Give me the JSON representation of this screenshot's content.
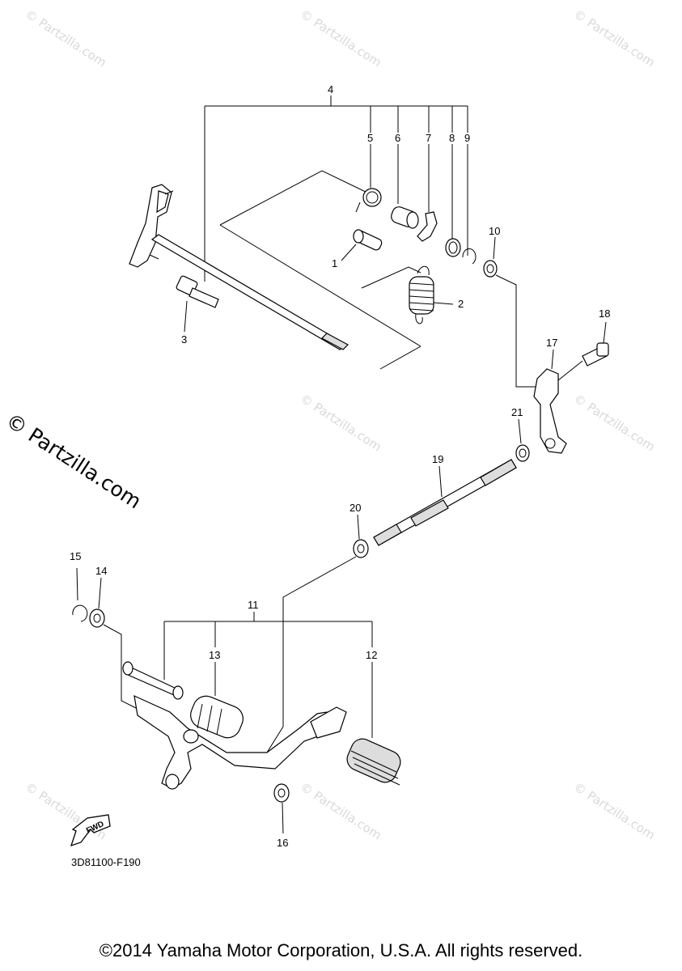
{
  "watermarks": {
    "tile_text": "© Partzilla.com",
    "side_text": "© Partzilla.com"
  },
  "callouts": [
    "1",
    "2",
    "3",
    "4",
    "5",
    "6",
    "7",
    "8",
    "9",
    "10",
    "11",
    "12",
    "13",
    "14",
    "15",
    "16",
    "17",
    "18",
    "19",
    "20",
    "21"
  ],
  "part_code": "3D81100-F190",
  "fwd_label": "FWD",
  "copyright": "©2014 Yamaha Motor Corporation, U.S.A. All rights reserved."
}
